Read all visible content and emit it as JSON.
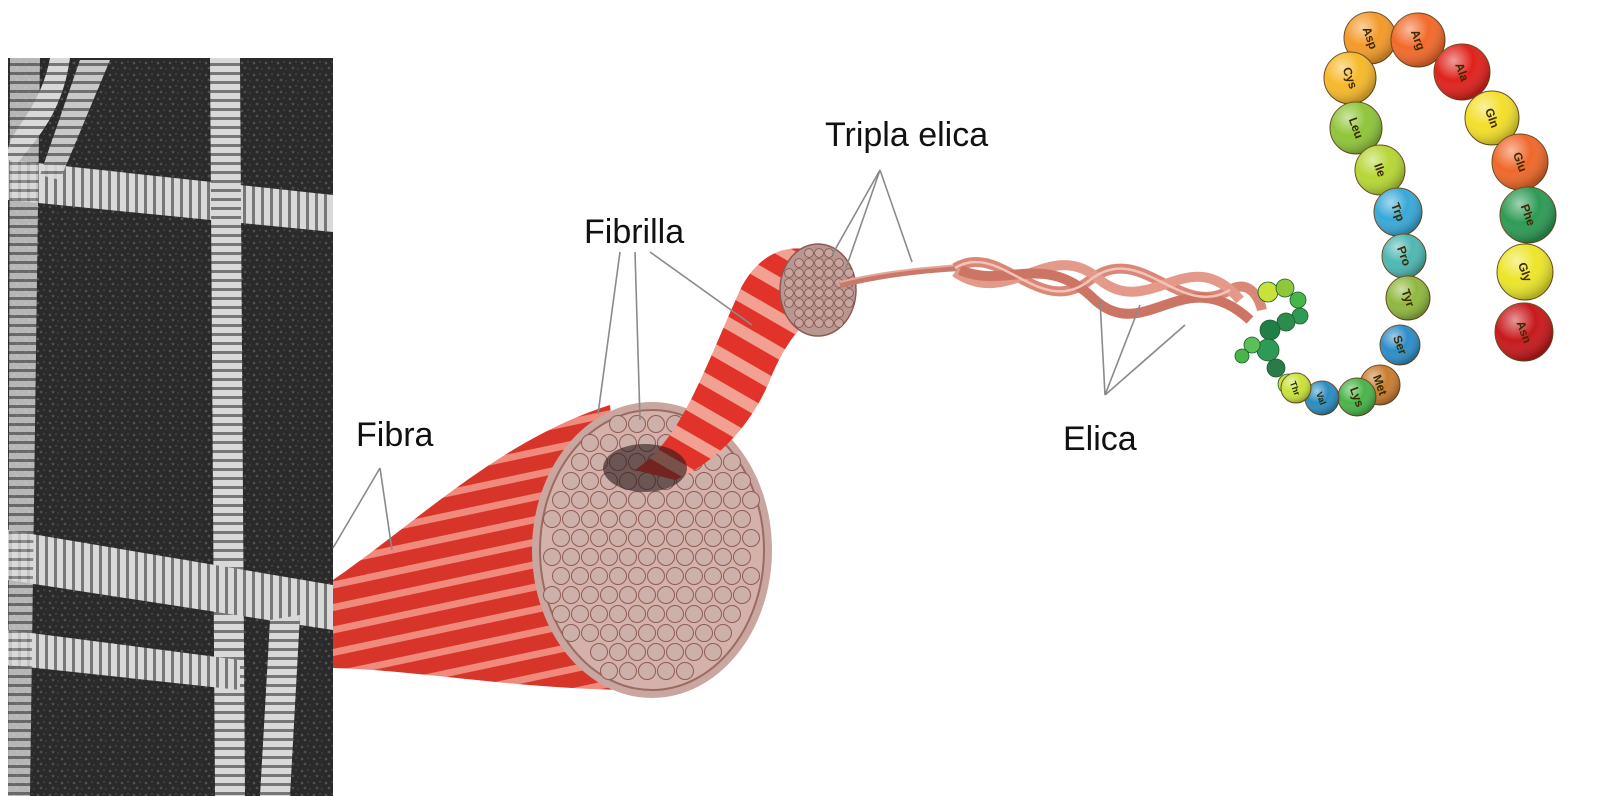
{
  "labels": {
    "fibra": "Fibra",
    "fibrilla": "Fibrilla",
    "tripla_elica": "Tripla elica",
    "elica": "Elica"
  },
  "amino_acids_large": [
    {
      "name": "Asp",
      "color": "#f39a2b"
    },
    {
      "name": "Arg",
      "color": "#f26a2a"
    },
    {
      "name": "Cys",
      "color": "#f6b92b"
    },
    {
      "name": "Ala",
      "color": "#e0221c"
    },
    {
      "name": "Leu",
      "color": "#8fc63a"
    },
    {
      "name": "Gln",
      "color": "#f3df2a"
    },
    {
      "name": "Ile",
      "color": "#b6d735"
    },
    {
      "name": "Glu",
      "color": "#f0682a"
    },
    {
      "name": "Trp",
      "color": "#39a9d8"
    },
    {
      "name": "Phe",
      "color": "#2d9b55"
    },
    {
      "name": "Pro",
      "color": "#4fb7b2"
    },
    {
      "name": "Gly",
      "color": "#ece52a"
    },
    {
      "name": "Tyr",
      "color": "#8fb83e"
    },
    {
      "name": "Asn",
      "color": "#c8191c"
    },
    {
      "name": "Ser",
      "color": "#2d8ec9"
    },
    {
      "name": "Met",
      "color": "#c97d32"
    },
    {
      "name": "Lys",
      "color": "#49b44a"
    },
    {
      "name": "Val",
      "color": "#2c8cc0"
    },
    {
      "name": "Thr",
      "color": "#c9e23a"
    }
  ],
  "colors": {
    "fiber_red": "#d8352a",
    "fiber_light": "#f08a7c",
    "strand_pink": "#e38d7e",
    "micrograph_dark": "#2b2b2b"
  }
}
